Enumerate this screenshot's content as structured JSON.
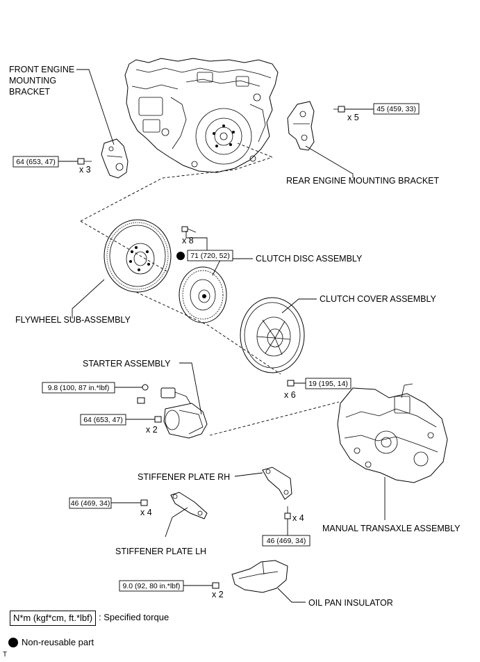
{
  "labels": {
    "front_engine_bracket": [
      "FRONT ENGINE",
      "MOUNTING",
      "BRACKET"
    ],
    "rear_engine_bracket": "REAR ENGINE MOUNTING BRACKET",
    "clutch_disc": "CLUTCH DISC ASSEMBLY",
    "clutch_cover": "CLUTCH COVER ASSEMBLY",
    "flywheel": "FLYWHEEL SUB-ASSEMBLY",
    "starter": "STARTER ASSEMBLY",
    "stiffener_rh": "STIFFENER PLATE RH",
    "stiffener_lh": "STIFFENER PLATE LH",
    "manual_transaxle": "MANUAL TRANSAXLE ASSEMBLY",
    "oil_pan_insulator": "OIL PAN INSULATOR"
  },
  "torques": {
    "front_bracket": "64 (653, 47)",
    "rear_bracket": "45 (459, 33)",
    "flywheel_bolt": "71 (720, 52)",
    "starter_nut": "9.8 (100, 87 in.*lbf)",
    "starter_bolt": "64 (653, 47)",
    "transaxle_bolt": "19 (195, 14)",
    "stiffener_lh": "46 (469, 34)",
    "stiffener_rh": "46 (469, 34)",
    "oil_pan": "9.0 (92, 80 in.*lbf)"
  },
  "quantities": {
    "front_bracket": "x 3",
    "rear_bracket": "x 5",
    "flywheel_bolt": "x 8",
    "starter_bolt": "x 2",
    "transaxle_bolt": "x 6",
    "stiffener_lh": "x 4",
    "stiffener_rh": "x 4",
    "oil_pan": "x 2"
  },
  "legend": {
    "torque_unit": "N*m (kgf*cm, ft.*lbf)",
    "torque_text": ": Specified torque",
    "non_reusable": "Non-reusable part"
  },
  "corner_mark": "T"
}
